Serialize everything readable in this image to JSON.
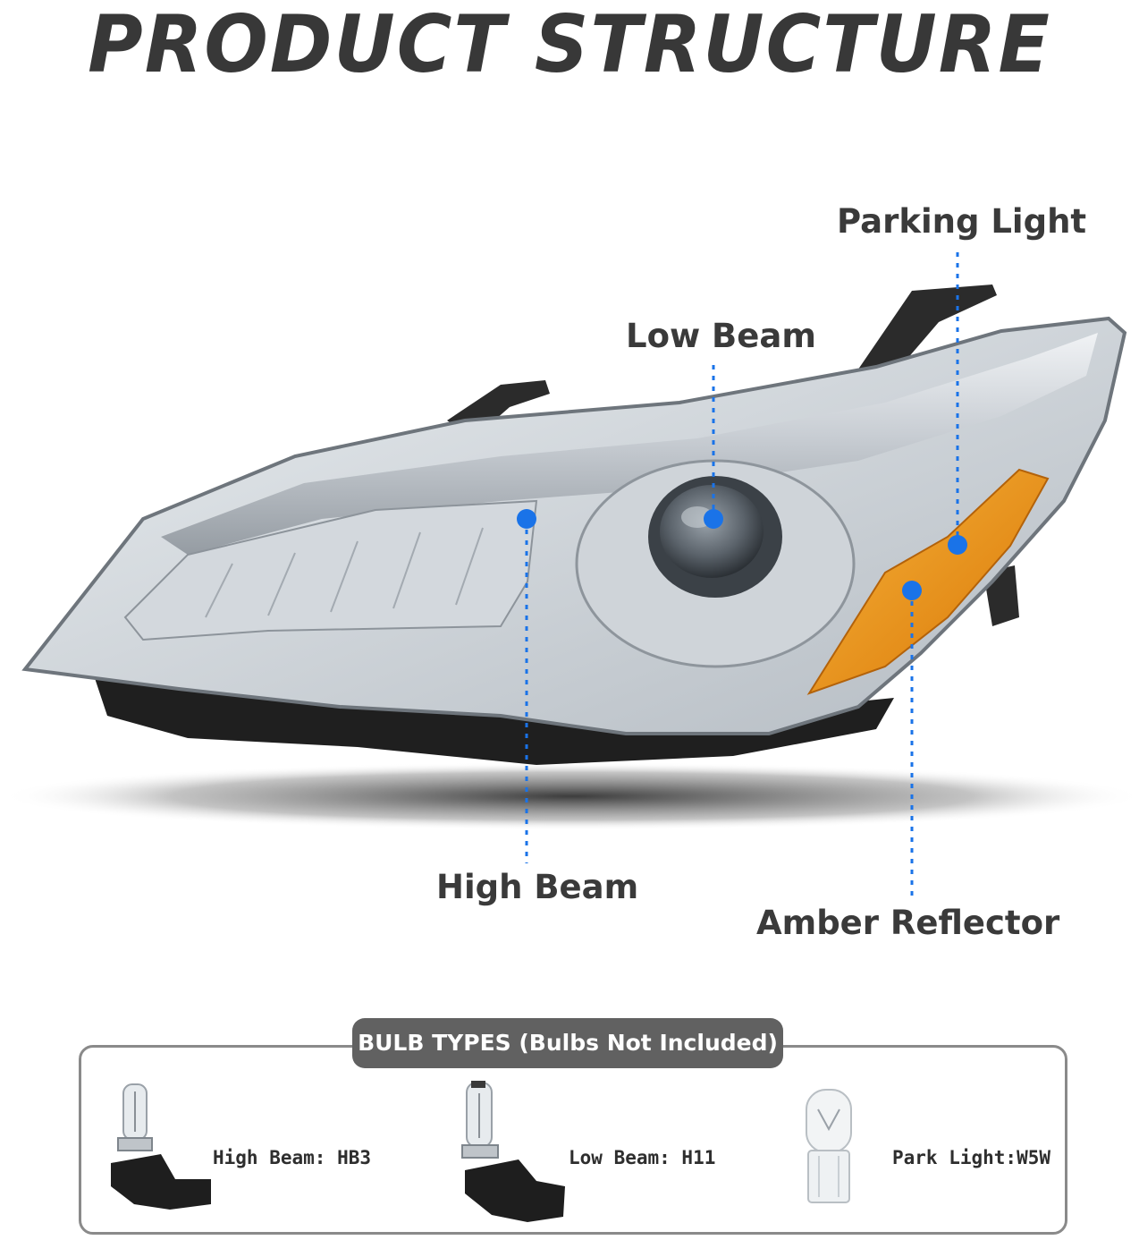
{
  "title": "PRODUCT STRUCTURE",
  "callouts": {
    "parking_light": "Parking Light",
    "low_beam": "Low Beam",
    "high_beam": "High Beam",
    "amber_reflector": "Amber Reflector"
  },
  "bulb_types": {
    "banner": "BULB TYPES (Bulbs Not Included)",
    "items": [
      {
        "label": "High Beam: HB3",
        "icon": "hb3-bulb-icon"
      },
      {
        "label": "Low Beam: H11",
        "icon": "h11-bulb-icon"
      },
      {
        "label": "Park Light:W5W",
        "icon": "w5w-bulb-icon"
      }
    ]
  },
  "colors": {
    "callout_blue": "#1a73e8",
    "amber": "#e8920c",
    "heading_gray": "#383838",
    "banner_gray": "#616161"
  }
}
